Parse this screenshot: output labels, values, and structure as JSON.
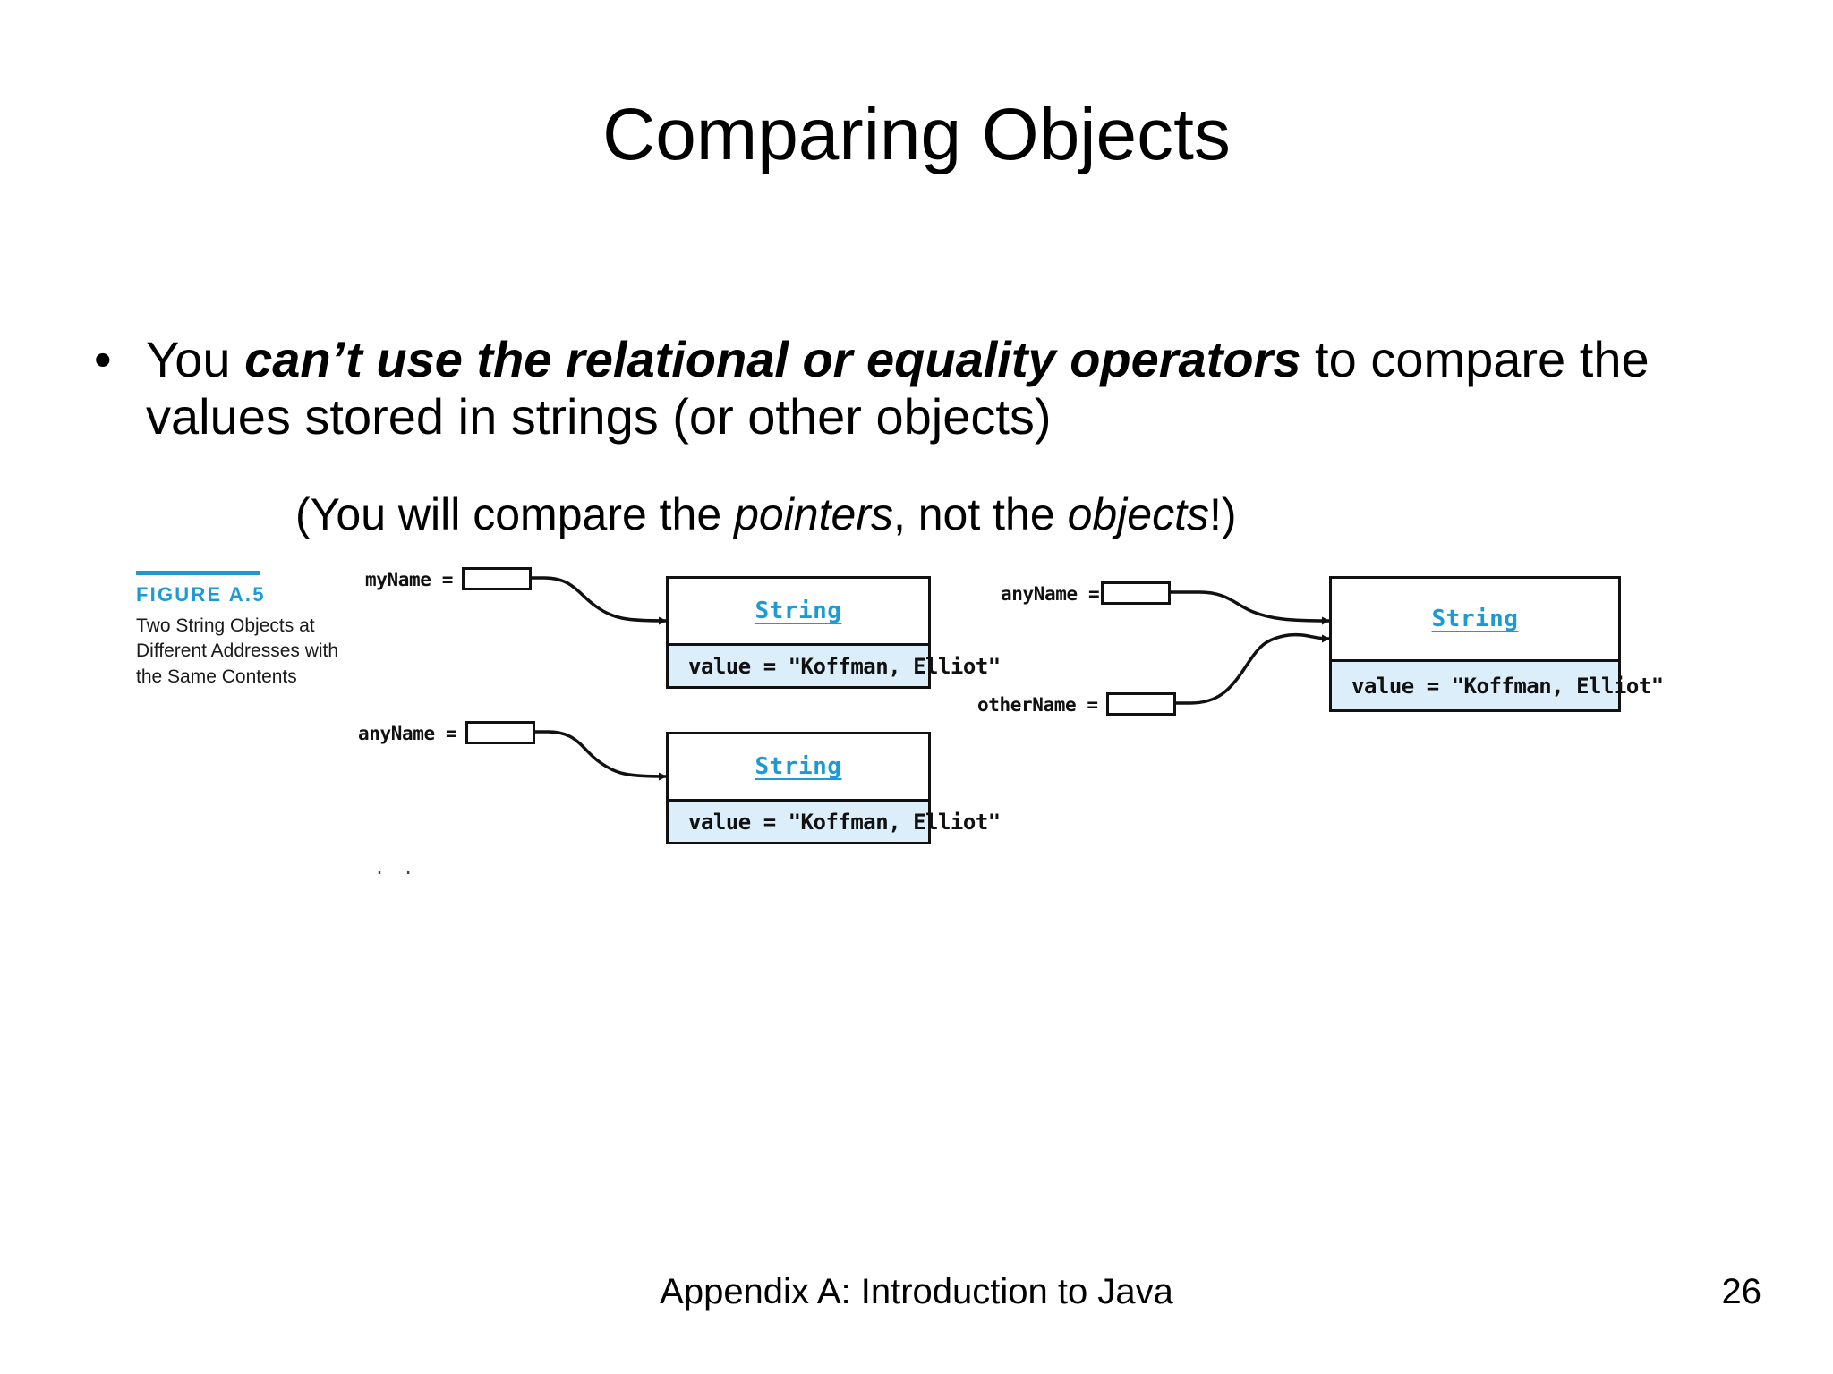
{
  "slide": {
    "title": "Comparing Objects",
    "bullet": {
      "marker": "•",
      "lead": "You ",
      "emphasis": "can’t use the relational or equality operators",
      "tail": " to compare the values stored in strings (or other objects)"
    },
    "sub_line": {
      "prefix": "(You will compare the ",
      "italic_1": "pointers",
      "middle": ", not the ",
      "italic_2": "objects",
      "suffix": "!)"
    },
    "footer": {
      "text": "Appendix A: Introduction to Java",
      "page_number": "26"
    }
  },
  "figure": {
    "label": "FIGURE A.5",
    "description": "Two String Objects at Different Addresses with the Same Contents",
    "accent_color": "#1c9ad6",
    "field_fill_color": "#dceefa",
    "ellipsis": ". .",
    "left_group": {
      "variables": [
        {
          "name": "myName ="
        },
        {
          "name": "anyName ="
        }
      ],
      "objects": [
        {
          "class_name": "String",
          "field": "value = \"Koffman, Elliot\""
        },
        {
          "class_name": "String",
          "field": "value = \"Koffman, Elliot\""
        }
      ]
    },
    "right_group": {
      "variables": [
        {
          "name": "anyName ="
        },
        {
          "name": "otherName ="
        }
      ],
      "objects": [
        {
          "class_name": "String",
          "field": "value = \"Koffman, Elliot\""
        }
      ]
    }
  }
}
